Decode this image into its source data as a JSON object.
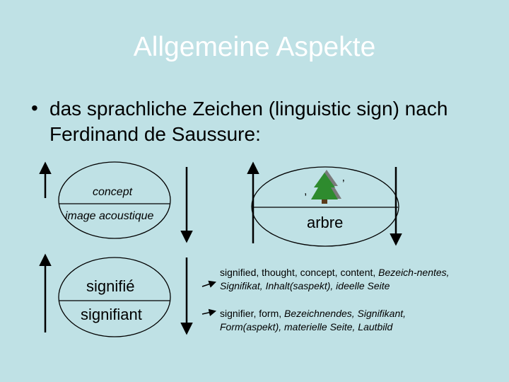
{
  "title": "Allgemeine Aspekte",
  "bullet": {
    "marker": "•",
    "text": "das sprachliche Zeichen (linguistic sign) nach Ferdinand de Saussure:"
  },
  "diagram_left": {
    "top_label": "concept",
    "bottom_label": "image acoustique"
  },
  "diagram_right": {
    "tree_icon": "tree-icon",
    "quote_open": ",",
    "quote_close": "’",
    "bottom_label": "arbre"
  },
  "lower_left": {
    "top_label": "signifié",
    "bottom_label": "signifiant"
  },
  "descriptions": {
    "signified": {
      "plain": "signified, thought, concept, content, ",
      "italic": "Bezeich-nentes, Signifikat, Inhalt(saspekt), ideelle Seite"
    },
    "signifier": {
      "plain": "signifier, form, ",
      "italic": "Bezeichnendes, Signifikant, Form(aspekt), materielle Seite, Lautbild"
    }
  },
  "colors": {
    "background": "#bfe1e5",
    "title": "#ffffff",
    "tree_green": "#2e8b2e",
    "tree_shadow": "#7a7a7a"
  }
}
